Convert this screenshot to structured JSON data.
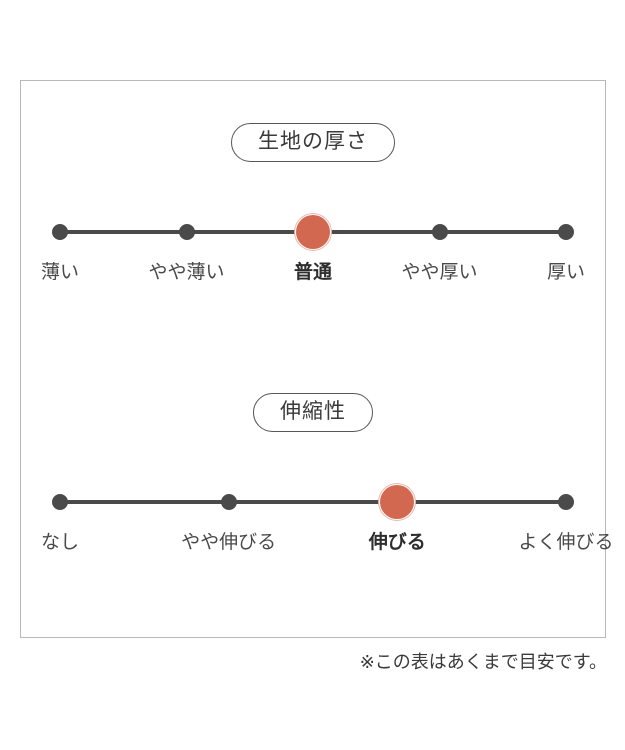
{
  "chart_data": {
    "type": "scale",
    "title": "",
    "charts": [
      {
        "name": "fabric-thickness",
        "badge_label": "生地の厚さ",
        "categories": [
          "薄い",
          "やや薄い",
          "普通",
          "やや厚い",
          "厚い"
        ],
        "values": [
          0,
          0,
          1,
          0,
          0
        ],
        "selected_index": 2,
        "selected_label": "普通",
        "count": 5
      },
      {
        "name": "stretchiness",
        "badge_label": "伸縮性",
        "categories": [
          "なし",
          "やや伸びる",
          "伸びる",
          "よく伸びる"
        ],
        "values": [
          0,
          0,
          1,
          0
        ],
        "selected_index": 2,
        "selected_label": "伸びる",
        "count": 4
      }
    ],
    "colors": {
      "active_dot": "#d1684f",
      "active_ring": "#e8b9ad",
      "inactive_dot": "#4a4a4a",
      "track": "#4a4a4a",
      "panel_border": "#b9b9b9",
      "badge_border": "#575757",
      "label_text": "#4a4a4a"
    },
    "grid": false,
    "legend": "none"
  },
  "panel": {
    "thickness": {
      "badge_label": "生地の厚さ",
      "labels": [
        "薄い",
        "やや薄い",
        "普通",
        "やや厚い",
        "厚い"
      ]
    },
    "stretch": {
      "badge_label": "伸縮性",
      "labels": [
        "なし",
        "やや伸びる",
        "伸びる",
        "よく伸びる"
      ]
    }
  },
  "footnote": {
    "text": "※この表はあくまで目安です。"
  }
}
